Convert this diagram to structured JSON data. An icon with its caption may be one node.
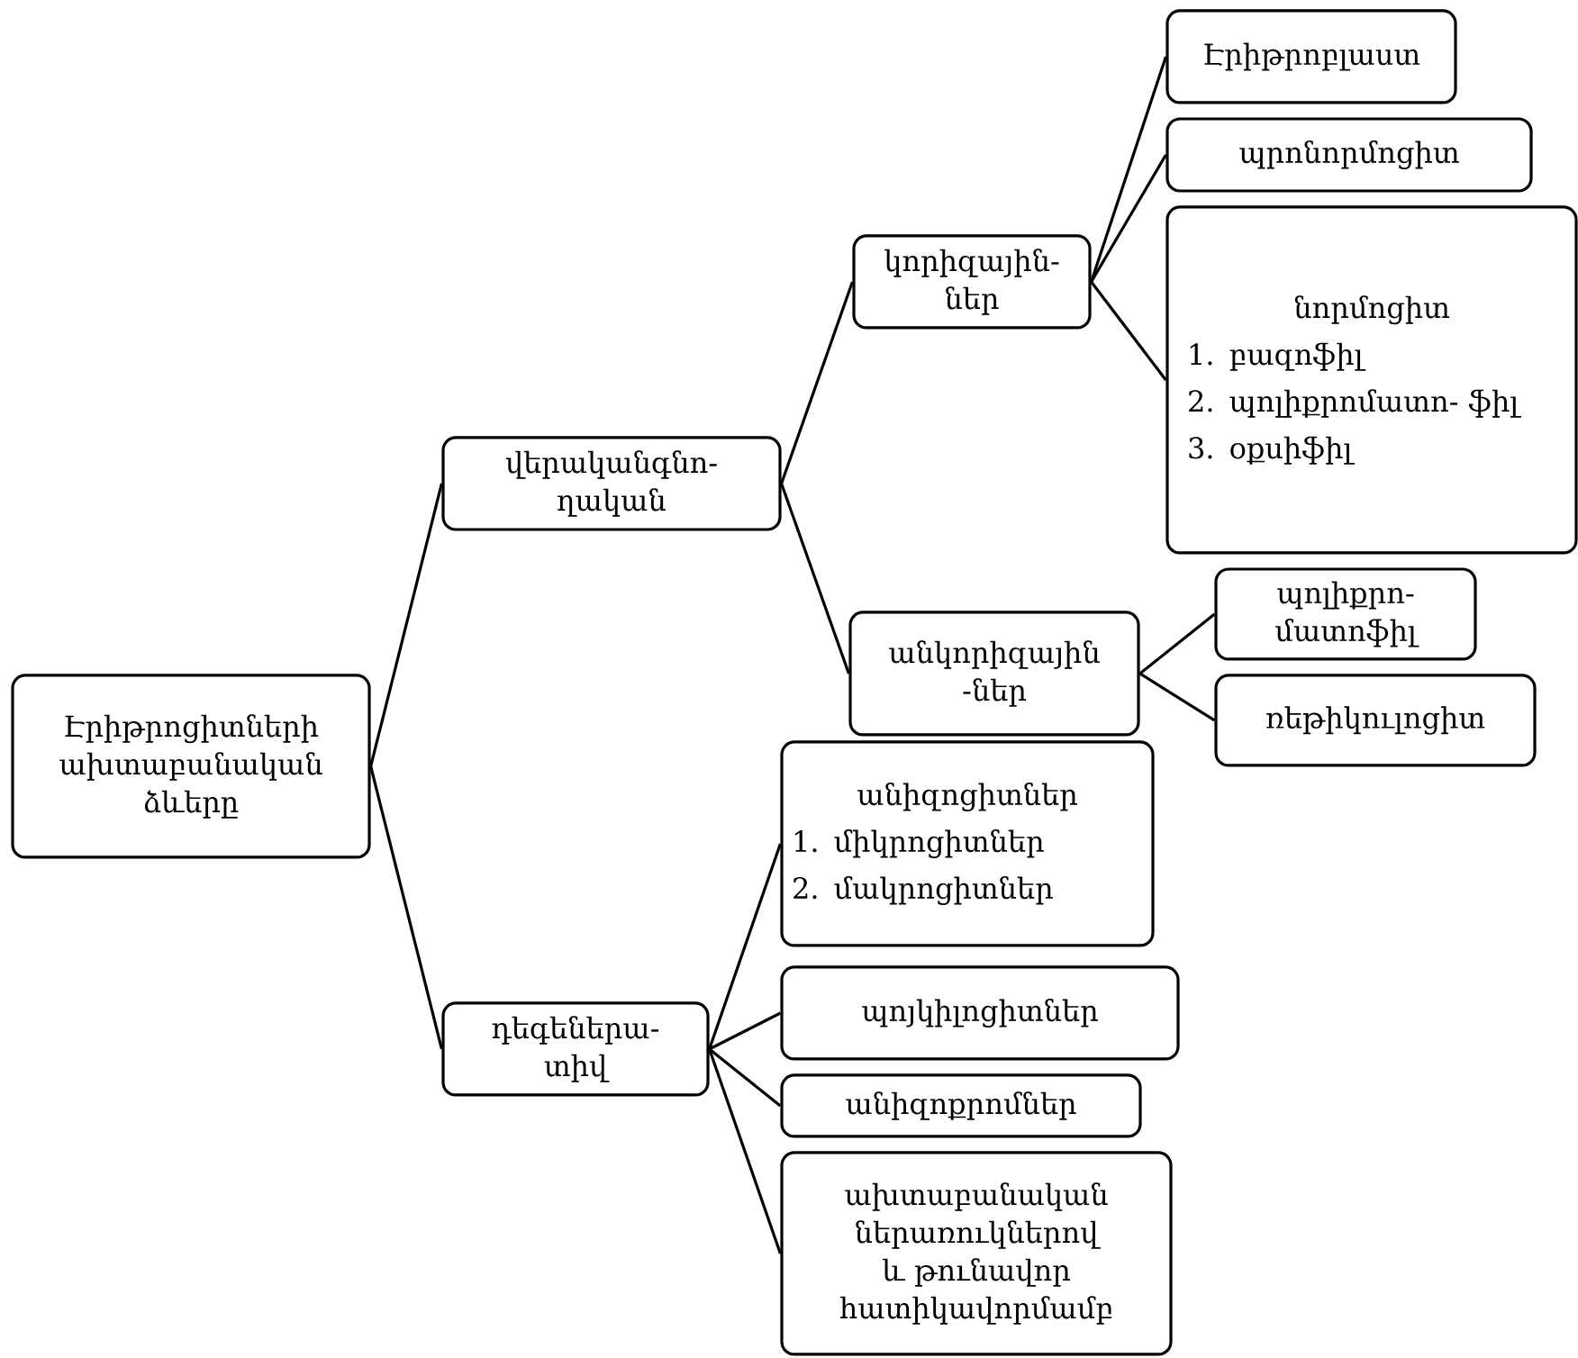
{
  "diagram": {
    "nodes": [
      {
        "text": [
          "Էրիթրոցիտների ախտաբանական ձևերը"
        ]
      },
      {
        "text": [
          "վերականգնո- ղական"
        ]
      },
      {
        "text": [
          "կորիզային- ներ"
        ]
      },
      {
        "text": [
          "Էրիթրոբլաստ"
        ]
      },
      {
        "text": [
          "պրոնորմոցիտ"
        ]
      },
      {
        "text": [
          "նորմոցիտ",
          "1. բազոֆիլ",
          "2. պոլիքրոմատո- ֆիլ",
          "3. օքսիֆիլ"
        ]
      },
      {
        "text": [
          "անկորիզային -ներ"
        ]
      },
      {
        "text": [
          "պոլիքրո- մատոֆիլ"
        ]
      },
      {
        "text": [
          "ռեթիկուլոցիտ"
        ]
      },
      {
        "text": [
          "դեգեներա- տիվ"
        ]
      },
      {
        "text": [
          "անիզոցիտներ",
          "1. միկրոցիտներ",
          "2. մակրոցիտներ"
        ]
      },
      {
        "text": [
          "պոյկիլոցիտներ"
        ]
      },
      {
        "text": [
          "անիզոքրոմներ"
        ]
      },
      {
        "text": [
          "ախտաբանական ներառուկներով և թունավոր հատիկավորմամբ"
        ]
      }
    ],
    "edges": [
      {
        "from": 0,
        "to": 1,
        "arrow": "none"
      },
      {
        "from": 0,
        "to": 9,
        "arrow": "none"
      },
      {
        "from": 1,
        "to": 2,
        "arrow": "none"
      },
      {
        "from": 1,
        "to": 6,
        "arrow": "none"
      },
      {
        "from": 2,
        "to": 3,
        "arrow": "none"
      },
      {
        "from": 2,
        "to": 4,
        "arrow": "none"
      },
      {
        "from": 2,
        "to": 5,
        "arrow": "none"
      },
      {
        "from": 6,
        "to": 7,
        "arrow": "none"
      },
      {
        "from": 6,
        "to": 8,
        "arrow": "none"
      },
      {
        "from": 9,
        "to": 10,
        "arrow": "none"
      },
      {
        "from": 9,
        "to": 11,
        "arrow": "none"
      },
      {
        "from": 9,
        "to": 12,
        "arrow": "none"
      },
      {
        "from": 9,
        "to": 13,
        "arrow": "none"
      }
    ]
  }
}
